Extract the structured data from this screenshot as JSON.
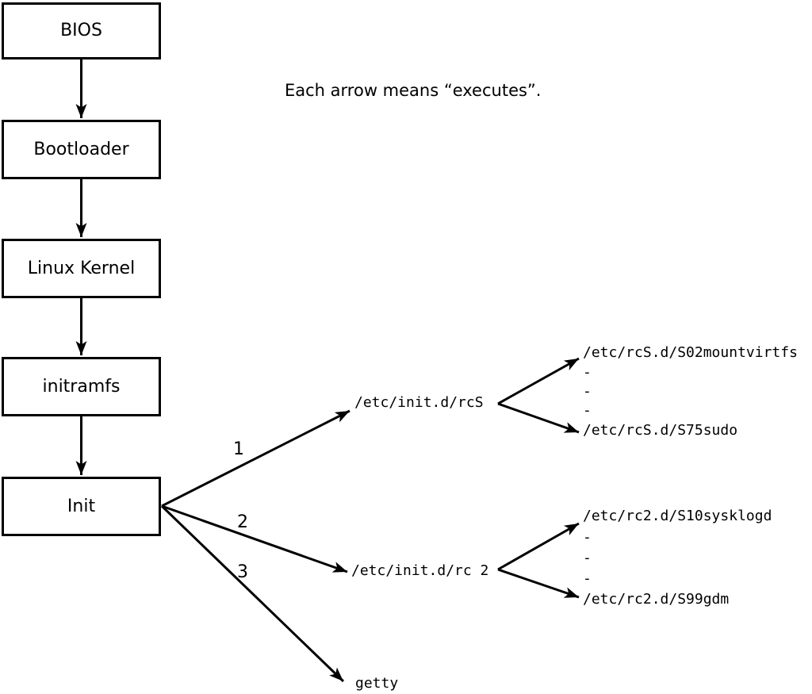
{
  "diagram": {
    "annotation": "Each arrow means “executes”.",
    "boxes": [
      {
        "id": "bios",
        "label": "BIOS"
      },
      {
        "id": "bootloader",
        "label": "Bootloader"
      },
      {
        "id": "linux-kernel",
        "label": "Linux Kernel"
      },
      {
        "id": "initramfs",
        "label": "initramfs"
      },
      {
        "id": "init",
        "label": "Init"
      }
    ],
    "edge_labels": [
      "1",
      "2",
      "3"
    ],
    "targets": {
      "rcs": {
        "label": "/etc/init.d/rcS",
        "children": [
          "/etc/rcS.d/S02mountvirtfs",
          "-",
          "-",
          "-",
          "/etc/rcS.d/S75sudo"
        ]
      },
      "rc2": {
        "label": "/etc/init.d/rc 2",
        "children": [
          "/etc/rc2.d/S10sysklogd",
          "-",
          "-",
          "-",
          "/etc/rc2.d/S99gdm"
        ]
      },
      "getty": {
        "label": "getty"
      }
    },
    "colors": {
      "line": "#000000",
      "background": "#ffffff",
      "text": "#000000"
    }
  }
}
